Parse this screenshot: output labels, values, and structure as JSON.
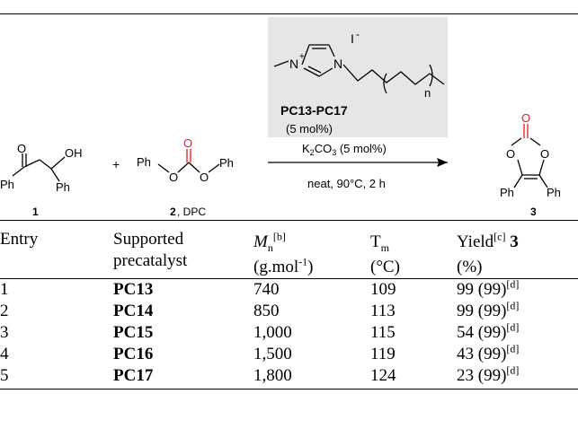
{
  "scheme": {
    "catalyst_box": {
      "anion": "I",
      "anion_charge": "-",
      "chain_repeat": "n",
      "name": "PC13-PC17",
      "loading": "(5 mol%)"
    },
    "reagent_1": {
      "label": "1",
      "ph_left": "Ph",
      "ph_right": "Ph",
      "oh": "OH",
      "o": "O"
    },
    "plus": "+",
    "reagent_2": {
      "label": "2",
      "label_suffix": ", DPC",
      "ph_left": "Ph",
      "ph_right": "Ph",
      "o_left": "O",
      "o_right": "O",
      "o_top": "O"
    },
    "conditions": {
      "base_main": "K",
      "base_sub": "2",
      "base_mid": "CO",
      "base_sub2": "3",
      "base_rest": " (5 mol%)",
      "line2": "neat, 90°C, 2 h"
    },
    "product": {
      "label": "3",
      "ph_left": "Ph",
      "ph_right": "Ph",
      "o_ring_left": "O",
      "o_ring_right": "O",
      "o_carbonyl": "O"
    },
    "colors": {
      "carbonyl_red": "#e02020",
      "box_gray": "#e6e6e6"
    }
  },
  "table": {
    "headers": {
      "entry": "Entry",
      "supported_1": "Supported",
      "supported_2": "precatalyst",
      "mn_M": "M",
      "mn_sub": "n",
      "mn_sup": "[b]",
      "mn_unit": "(g.mol",
      "mn_unit_sup": "-1",
      "mn_unit_close": ")",
      "tm_T": "T",
      "tm_sub": "m",
      "tm_unit": "(°C)",
      "yield_word": "Yield",
      "yield_sup": "[c]",
      "yield_num": " 3",
      "yield_unit": "(%)"
    },
    "rows": [
      {
        "entry": "1",
        "catalyst": "PC13",
        "mn": "740",
        "tm": "109",
        "yield": "99 (99)",
        "note": "[d]"
      },
      {
        "entry": "2",
        "catalyst": "PC14",
        "mn": "850",
        "tm": "113",
        "yield": "99 (99)",
        "note": "[d]"
      },
      {
        "entry": "3",
        "catalyst": "PC15",
        "mn": "1,000",
        "tm": "115",
        "yield": "54 (99)",
        "note": "[d]"
      },
      {
        "entry": "4",
        "catalyst": "PC16",
        "mn": "1,500",
        "tm": "119",
        "yield": "43 (99)",
        "note": "[d]"
      },
      {
        "entry": "5",
        "catalyst": "PC17",
        "mn": "1,800",
        "tm": "124",
        "yield": "23 (99)",
        "note": "[d]"
      }
    ]
  }
}
